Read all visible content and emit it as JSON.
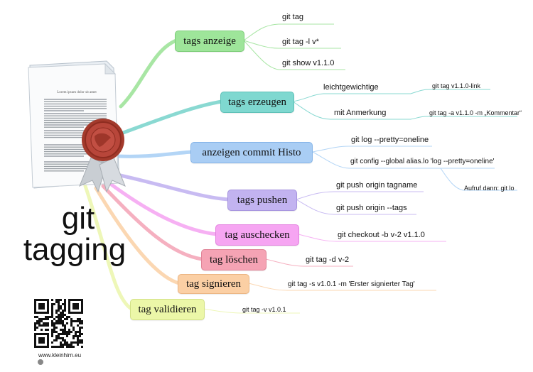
{
  "title": {
    "line1": "git",
    "line2": "tagging"
  },
  "document": {
    "heading": "Lorem ipsum dolor sit amet"
  },
  "footer": {
    "url": "www.kleinhirn.eu"
  },
  "colors": {
    "tags_anzeige": "#9ee59a",
    "tags_erzeugen": "#7fd8d0",
    "anzeigen_commit": "#a9cdf4",
    "tags_pushen": "#c2b3f0",
    "tag_auschecken": "#f6a5f2",
    "tag_loeschen": "#f5a3b4",
    "tag_signieren": "#fbcfa4",
    "tag_validieren": "#ecf7a8"
  },
  "branches": [
    {
      "id": "tags_anzeige",
      "label": "tags anzeige",
      "leaves": [
        "git tag",
        "git tag -l  v*",
        "git show v1.1.0"
      ]
    },
    {
      "id": "tags_erzeugen",
      "label": "tags erzeugen",
      "leaves": [
        "leichtgewichtige",
        "mit Anmerkung"
      ],
      "subleaves": [
        "git tag v1.1.0-link",
        "git tag -a v1.1.0 -m „Kommentar“"
      ]
    },
    {
      "id": "anzeigen_commit",
      "label": "anzeigen commit Histo",
      "leaves": [
        "git log --pretty=oneline",
        "git config --global alias.lo 'log --pretty=oneline'"
      ],
      "subleaves": [
        "Aufruf dann: git lo"
      ]
    },
    {
      "id": "tags_pushen",
      "label": "tags pushen",
      "leaves": [
        "git push origin tagname",
        "git push origin --tags"
      ]
    },
    {
      "id": "tag_auschecken",
      "label": "tag auschecken",
      "leaves": [
        "git checkout -b v-2 v1.1.0"
      ]
    },
    {
      "id": "tag_loeschen",
      "label": "tag löschen",
      "leaves": [
        "git tag -d v-2"
      ]
    },
    {
      "id": "tag_signieren",
      "label": "tag signieren",
      "leaves": [
        "git tag -s v1.0.1 -m 'Erster signierter Tag'"
      ]
    },
    {
      "id": "tag_validieren",
      "label": "tag validieren",
      "leaves": [
        "git tag -v v1.0.1"
      ]
    }
  ]
}
